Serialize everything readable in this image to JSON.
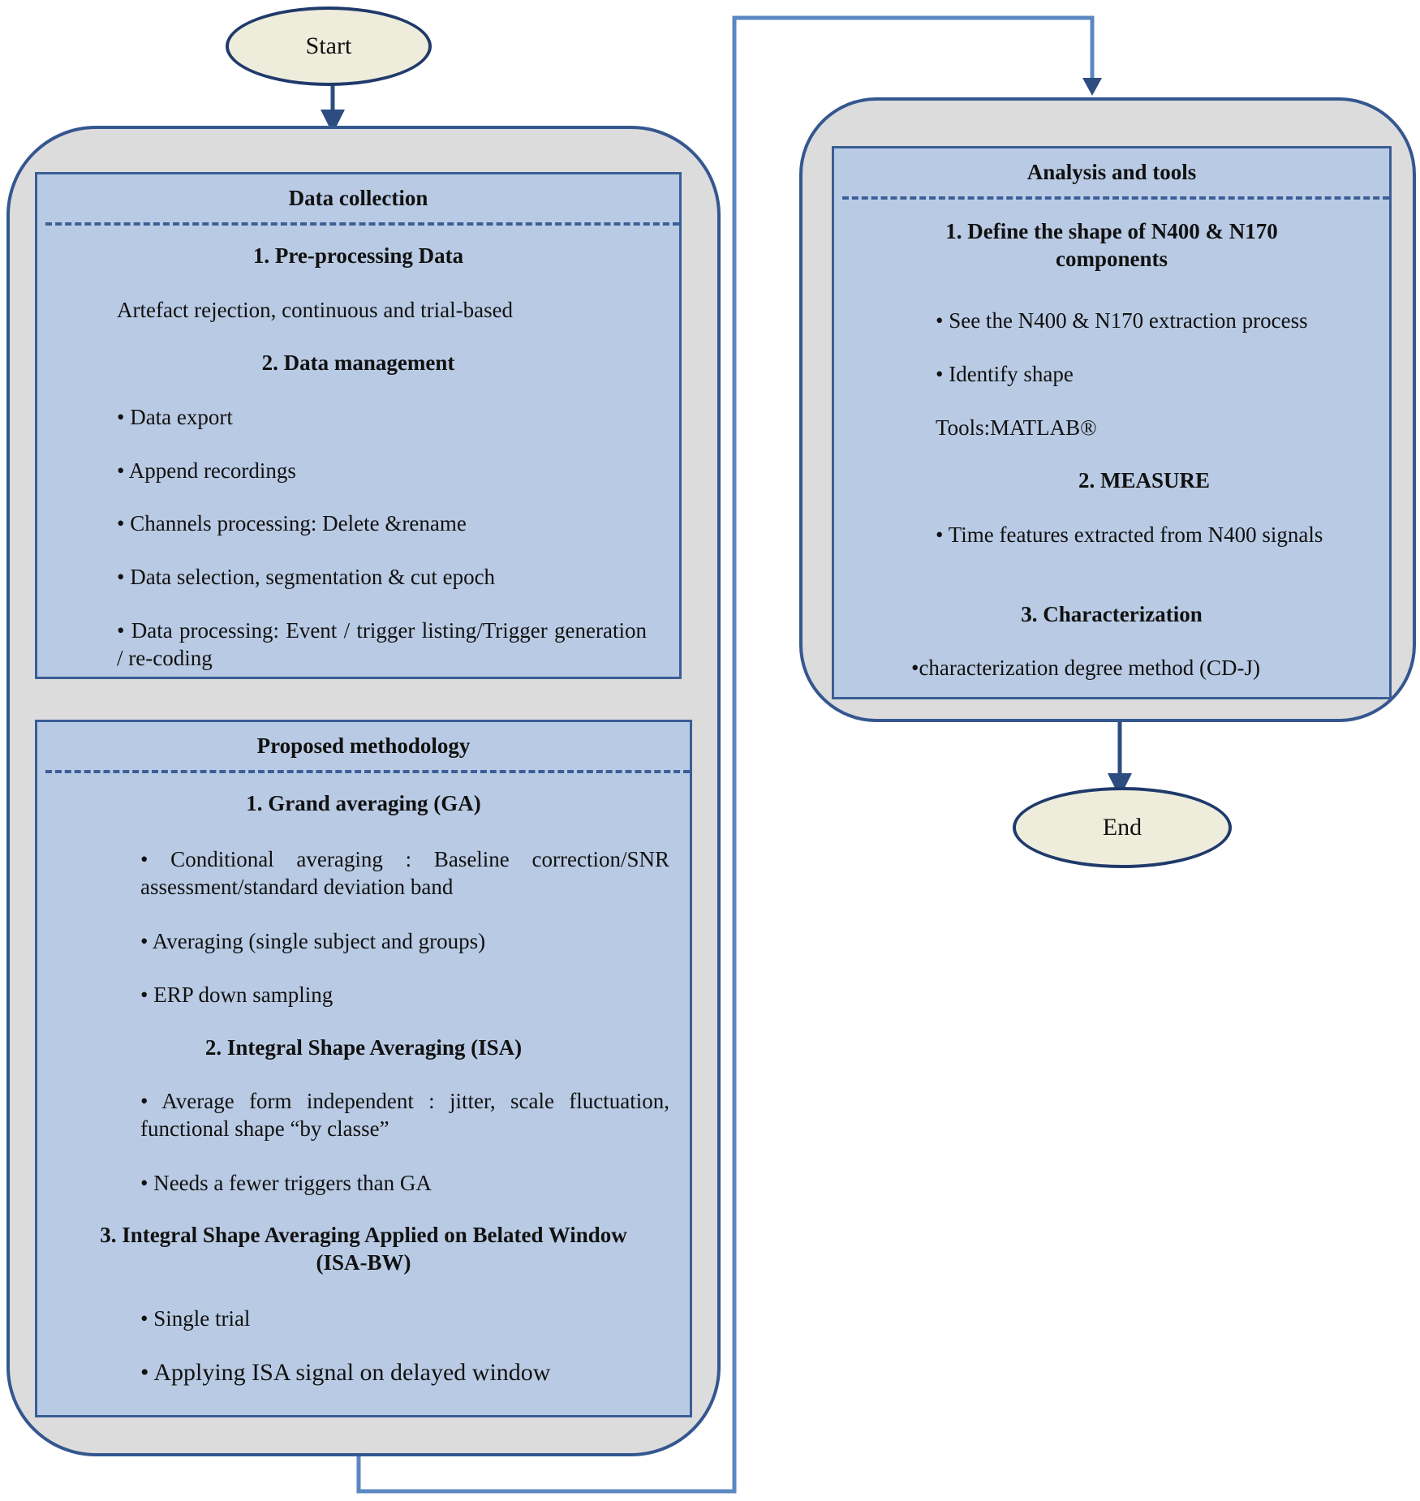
{
  "start": "Start",
  "end": "End",
  "data_collection": {
    "title": "Data collection",
    "h1": "1. Pre-processing Data",
    "t1": "Artefact rejection, continuous and trial-based",
    "h2": "2. Data management",
    "items": [
      "• Data export",
      "• Append recordings",
      "• Channels processing: Delete &rename",
      "• Data selection, segmentation & cut epoch",
      "• Data processing: Event / trigger listing/Trigger generation / re-coding"
    ]
  },
  "methodology": {
    "title": "Proposed methodology",
    "h1": "1. Grand averaging (GA)",
    "ga_items": [
      "• Conditional averaging : Baseline correction/SNR assessment/standard deviation band",
      "• Averaging (single subject and groups)",
      "• ERP down sampling"
    ],
    "h2": "2. Integral Shape Averaging (ISA)",
    "isa_items": [
      "• Average form independent : jitter, scale fluctuation, functional shape “by classe”",
      "• Needs a fewer triggers than GA"
    ],
    "h3": "3. Integral Shape Averaging Applied on Belated Window (ISA-BW)",
    "bw_items": [
      "• Single trial",
      "• Applying ISA signal on delayed window"
    ]
  },
  "analysis": {
    "title": "Analysis and tools",
    "h1": "1. Define the shape of N400 & N170 components",
    "items1": [
      "• See the N400 & N170 extraction process",
      "• Identify shape"
    ],
    "tools": "Tools:MATLAB®",
    "h2": "2. MEASURE",
    "items2": [
      "• Time features extracted from N400 signals"
    ],
    "h3": "3. Characterization",
    "items3": [
      "•characterization degree method (CD-J)"
    ]
  },
  "colors": {
    "panel_fill": "#b9cbe4",
    "group_fill": "#dcdcdc",
    "terminal_fill": "#eeecdb",
    "arrow": "#2d4d80"
  }
}
